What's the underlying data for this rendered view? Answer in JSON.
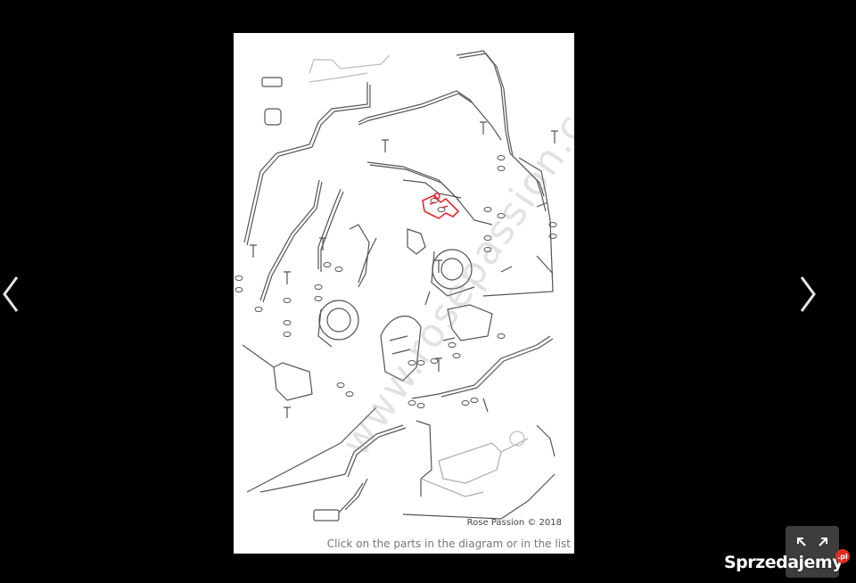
{
  "gallery": {
    "prev_icon": "chevron-left-icon",
    "next_icon": "chevron-right-icon",
    "expand_icon": "expand-icon"
  },
  "diagram": {
    "watermark": "www.rosepassion.com",
    "copyright": "Rose Passion © 2018",
    "hint": "Click on the parts in the diagram or in the list",
    "highlight_color": "#e8262c"
  },
  "brand": {
    "name": "Sprzedajemy",
    "tld": ".pl",
    "tld_color": "#e02b20"
  }
}
